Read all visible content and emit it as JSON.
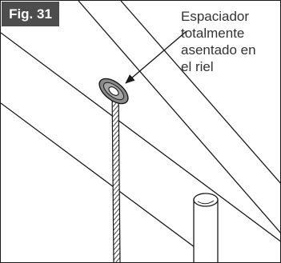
{
  "figure": {
    "label": "Fig. 31",
    "callout_lines": [
      "Espaciador",
      "totalmente",
      "asentado en",
      "el riel"
    ]
  },
  "icons": {
    "rail": "rail-outline",
    "spacer": "spacer-grommet",
    "cord": "braided-cord",
    "pole": "vertical-pole",
    "arrow": "callout-arrow"
  },
  "colors": {
    "badge": "#4d4d4d",
    "outline": "#1a1a1a",
    "spacer_fill": "#8a8a8a"
  }
}
